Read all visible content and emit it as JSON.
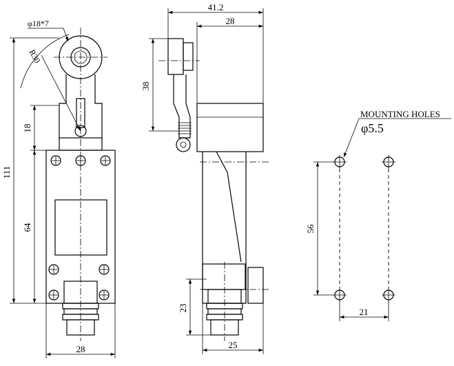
{
  "front_view": {
    "roller_dim": "φ18*7",
    "radius_dim": "R30",
    "height_total": "111",
    "height_lever": "18",
    "height_body": "64",
    "width_body": "28"
  },
  "side_view": {
    "width_total": "41.2",
    "width_head": "28",
    "height_lever": "38",
    "height_plunger": "23",
    "width_body": "25"
  },
  "mounting": {
    "label": "MOUNTING HOLES",
    "hole_dim": "φ5.5",
    "vertical_spacing": "56",
    "horizontal_spacing": "21"
  }
}
